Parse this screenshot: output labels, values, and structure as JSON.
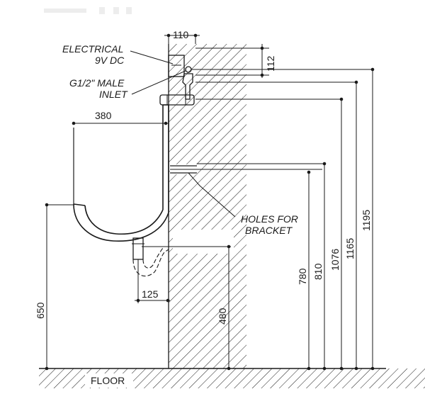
{
  "labels": {
    "electrical_line1": "ELECTRICAL",
    "electrical_line2": "9V DC",
    "inlet_line1": "G1/2\" MALE",
    "inlet_line2": "INLET",
    "holes_line1": "HOLES FOR",
    "holes_line2": "BRACKET",
    "floor": "FLOOR"
  },
  "dimensions": {
    "d110": "110",
    "d112": "112",
    "d380": "380",
    "d650": "650",
    "d125": "125",
    "d480": "480",
    "d780": "780",
    "d810": "810",
    "d1076": "1076",
    "d1165": "1165",
    "d1195": "1195"
  }
}
